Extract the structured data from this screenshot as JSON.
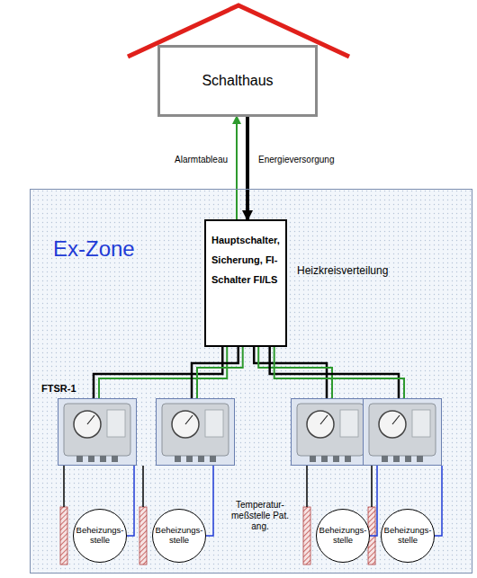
{
  "diagram": {
    "nodes": [
      {
        "text": [
          "Schalthaus"
        ]
      },
      {
        "text": [
          "Ex-Zone"
        ]
      },
      {
        "text": [
          "Hauptschalter, Sicherung, FI-Schalter FI/LS"
        ],
        "in": 1
      },
      {
        "text": [
          "FTSR-1"
        ],
        "in": 1
      },
      {
        "text": [],
        "in": 1
      },
      {
        "text": [],
        "in": 1
      },
      {
        "text": [],
        "in": 1
      },
      {
        "text": [
          "Beheizungs- stelle"
        ],
        "in": 1
      },
      {
        "text": [
          "Beheizungs- stelle"
        ],
        "in": 1
      },
      {
        "text": [
          "Beheizungs- stelle"
        ],
        "in": 1
      },
      {
        "text": [
          "Beheizungs- stelle"
        ],
        "in": 1
      }
    ],
    "edges": [
      {
        "from": 2,
        "to": 0,
        "label": "Alarmtableau",
        "arrow": "to"
      },
      {
        "from": 0,
        "to": 2,
        "label": "Energieversorgung",
        "arrow": "to"
      },
      {
        "from": 2,
        "to": 3,
        "arrow": "none"
      },
      {
        "from": 2,
        "to": 4,
        "arrow": "none"
      },
      {
        "from": 2,
        "to": 5,
        "arrow": "none"
      },
      {
        "from": 2,
        "to": 6,
        "arrow": "none"
      },
      {
        "from": 3,
        "to": 7,
        "arrow": "none"
      },
      {
        "from": 4,
        "to": 8,
        "arrow": "none"
      },
      {
        "from": 5,
        "to": 9,
        "arrow": "none"
      },
      {
        "from": 6,
        "to": 10,
        "arrow": "none"
      }
    ],
    "labels": [
      "Heizkreisverteilung",
      "Temperatur- meßstelle Pat. ang."
    ]
  }
}
